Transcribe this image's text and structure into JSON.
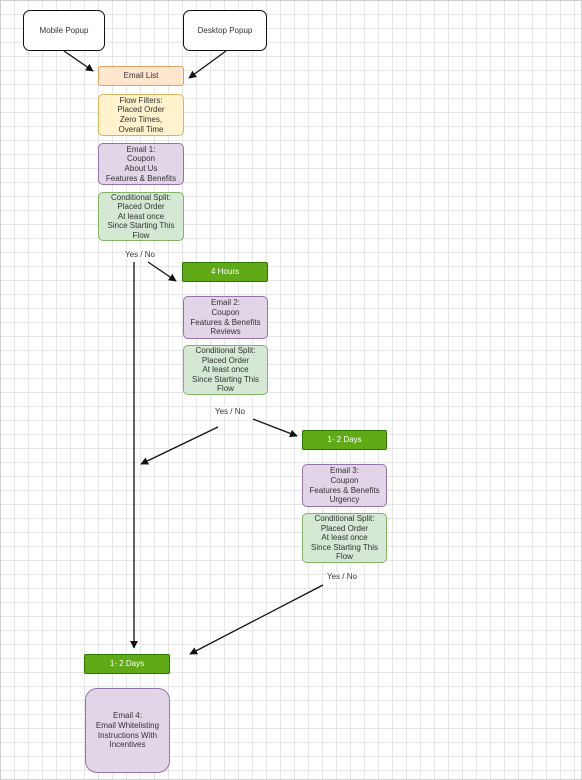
{
  "nodes": {
    "mobile_popup": [
      "Mobile Popup"
    ],
    "desktop_popup": [
      "Desktop Popup"
    ],
    "email_list": [
      "Email List"
    ],
    "flow_filters": [
      "Flow Filters:",
      "Placed Order",
      "Zero Times,",
      "Overall Time"
    ],
    "email1": [
      "Email 1:",
      "Coupon",
      "About Us",
      "Features & Benefits"
    ],
    "split1": [
      "Conditional Split:",
      "Placed Order",
      "At least once",
      "Since Starting This",
      "Flow"
    ],
    "delay_4h": [
      "4 Hours"
    ],
    "email2": [
      "Email 2:",
      "Coupon",
      "Features & Benefits",
      "Reviews"
    ],
    "split2": [
      "Conditional Split:",
      "Placed Order",
      "At least once",
      "Since Starting This",
      "Flow"
    ],
    "delay_2d_a": [
      "1- 2 Days"
    ],
    "email3": [
      "Email 3:",
      "Coupon",
      "Features & Benefits",
      "Urgency"
    ],
    "split3": [
      "Conditional Split:",
      "Placed Order",
      "At least once",
      "Since Starting This",
      "Flow"
    ],
    "delay_2d_b": [
      "1- 2 Days"
    ],
    "email4": [
      "Email 4:",
      "Email Whitelisting",
      "Instructions With",
      "Incentives"
    ]
  },
  "edge_labels": {
    "split1": "Yes / No",
    "split2": "Yes / No",
    "split3": "Yes / No"
  },
  "colors": {
    "source_stroke": "#111111",
    "email_list_fill": "#ffe6cc",
    "filter_fill": "#fff2cc",
    "email_fill": "#e1d5e7",
    "split_fill": "#d5e8d4",
    "delay_fill": "#60a917",
    "edge": "#111111"
  }
}
